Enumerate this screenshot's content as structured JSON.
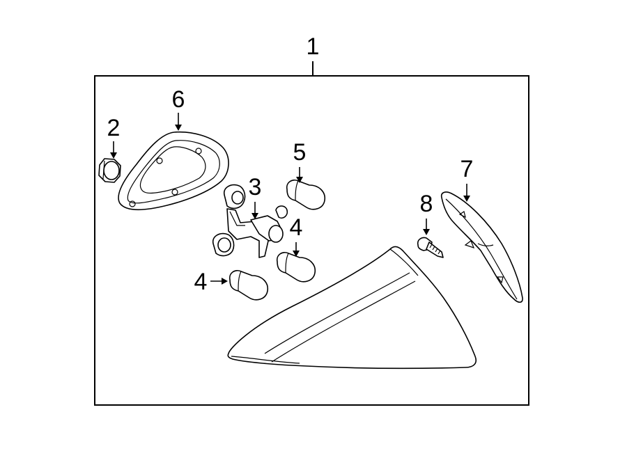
{
  "callouts": {
    "c1": "1",
    "c2": "2",
    "c3": "3",
    "c4a": "4",
    "c4b": "4",
    "c5": "5",
    "c6": "6",
    "c7": "7",
    "c8": "8"
  },
  "parts": {
    "housing": "tail-lamp-assembly-icon",
    "grommet": "grommet-icon",
    "socket": "bulb-socket-icon",
    "bulb": "bulb-icon",
    "gasket": "gasket-icon",
    "trim": "trim-molding-icon",
    "screw": "screw-icon"
  }
}
